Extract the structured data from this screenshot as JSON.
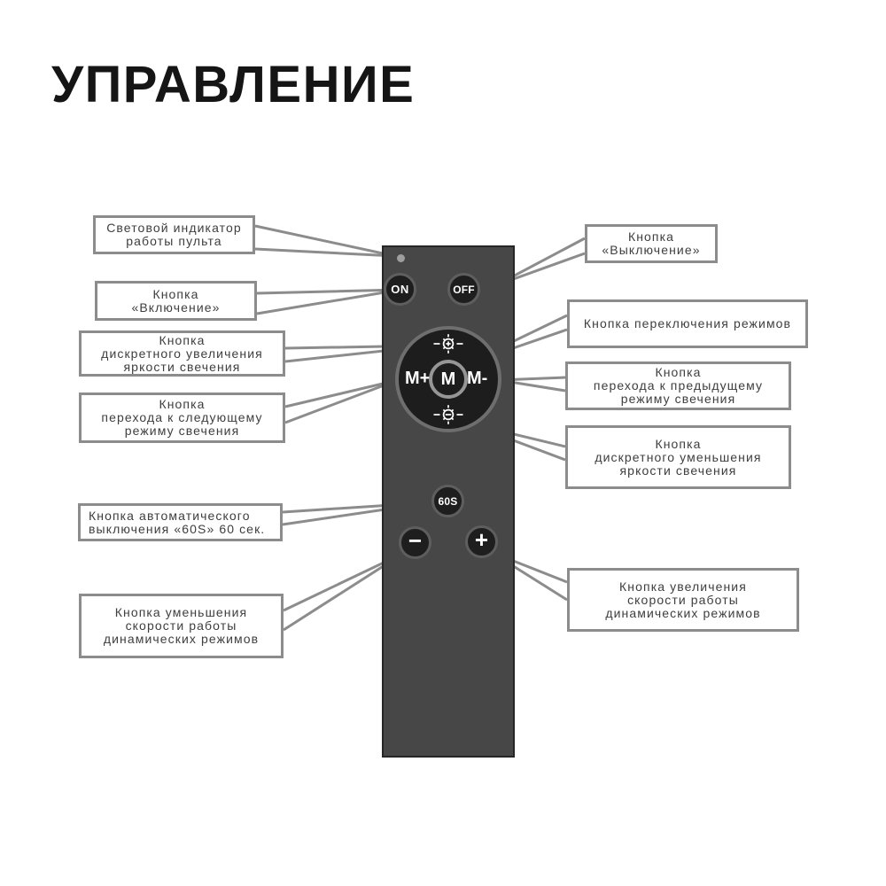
{
  "title": "УПРАВЛЕНИЕ",
  "colors": {
    "background": "#ffffff",
    "remote_body": "#474747",
    "button_face": "#1e1e1e",
    "button_ring": "#5e5e5e",
    "callout_border": "#8c8c8c",
    "text": "#3e3e3e",
    "button_text": "#ffffff",
    "indicator": "#9e9e9e"
  },
  "remote": {
    "indicator": "световой индикатор",
    "buttons": {
      "on": "ON",
      "off": "OFF",
      "mode_next": "M+",
      "mode": "M",
      "mode_prev": "M-",
      "timer": "60S",
      "speed_down": "−",
      "speed_up": "+"
    },
    "icons": {
      "brightness_up": "sun-plus",
      "brightness_down": "sun-minus"
    }
  },
  "callouts": {
    "left": [
      {
        "label": "Световой индикатор\nработы пульта"
      },
      {
        "label": "Кнопка\n«Включение»"
      },
      {
        "label": "Кнопка\nдискретного увеличения\nяркости свечения"
      },
      {
        "label": "Кнопка\nперехода к следующему\nрежиму свечения"
      },
      {
        "label": "Кнопка автоматического\nвыключения «60S» 60 сек."
      },
      {
        "label": "Кнопка уменьшения\nскорости работы\nдинамических режимов"
      }
    ],
    "right": [
      {
        "label": "Кнопка\n«Выключение»"
      },
      {
        "label": "Кнопка переключения режимов"
      },
      {
        "label": "Кнопка\nперехода к предыдущему\nрежиму свечения"
      },
      {
        "label": "Кнопка\nдискретного уменьшения\nяркости свечения"
      },
      {
        "label": "Кнопка увеличения\nскорости работы\nдинамических режимов"
      }
    ]
  }
}
